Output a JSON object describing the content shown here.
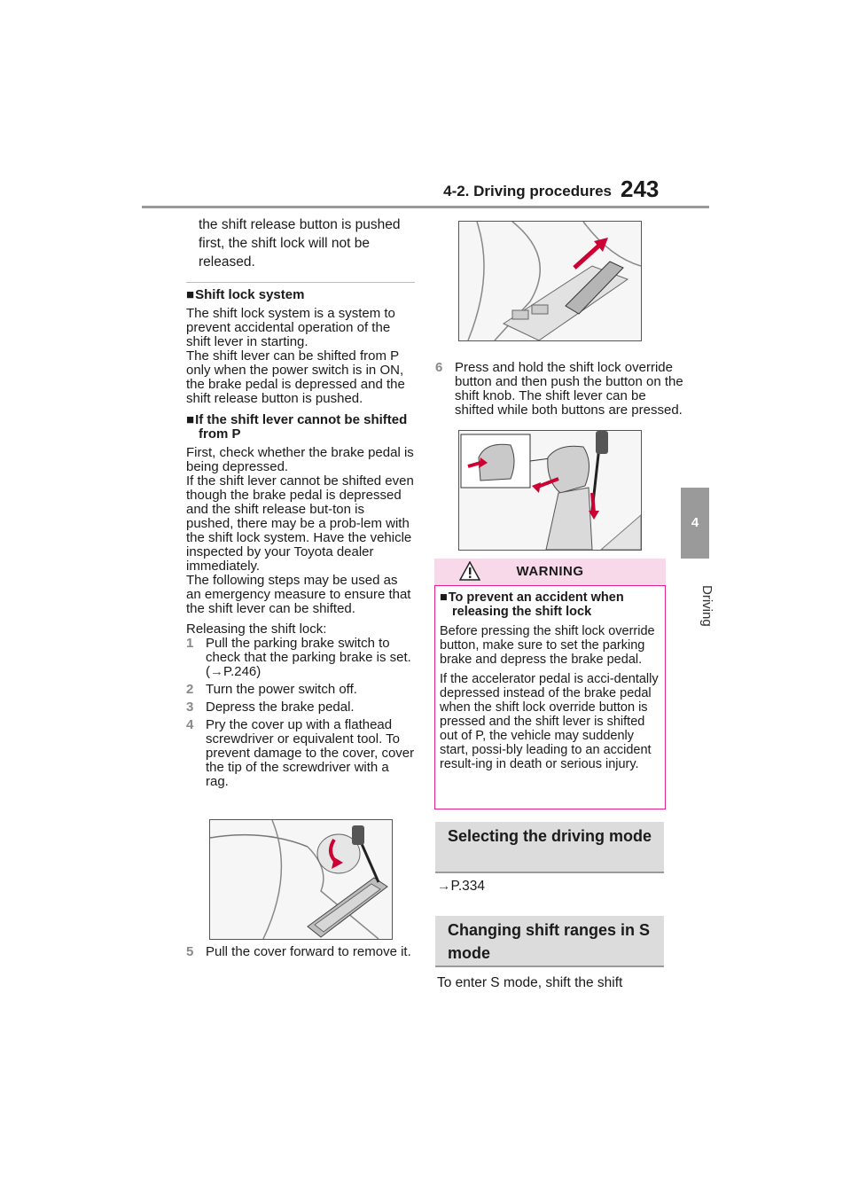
{
  "header": {
    "section": "4-2. Driving procedures",
    "page_number": "243",
    "side_tab_number": "4",
    "side_tab_label": "Driving"
  },
  "left": {
    "cont_text": "the shift release button is pushed first, the shift lock will not be released.",
    "shift_lock_heading": "Shift lock system",
    "shift_lock_body": "The shift lock system is a system to prevent accidental operation of the shift lever in starting.\nThe shift lever can be shifted from P only when the power switch is in ON, the brake pedal is depressed and the shift release button is pushed.",
    "cannot_heading": "If the shift lever cannot be shifted from P",
    "cannot_body": "First, check whether the brake pedal is being depressed.\nIf the shift lever cannot be shifted even though the brake pedal is depressed and the shift release but-ton is pushed, there may be a prob-lem with the shift lock system. Have the vehicle inspected by your Toyota dealer immediately.\nThe following steps may be used as an emergency measure to ensure that the shift lever can be shifted.",
    "releasing_label": "Releasing the shift lock:",
    "steps": [
      {
        "num": "1",
        "text": "Pull the parking brake switch to check that the parking brake is set. (",
        "ref": "P.246)"
      },
      {
        "num": "2",
        "text": "Turn the power switch off."
      },
      {
        "num": "3",
        "text": "Depress the brake pedal."
      },
      {
        "num": "4",
        "text": "Pry the cover up with a flathead screwdriver or equivalent tool. To prevent damage to the cover, cover the tip of the screwdriver with a rag."
      },
      {
        "num": "5",
        "text": "Pull the cover forward to remove it."
      }
    ]
  },
  "right": {
    "step6_num": "6",
    "step6_text": "Press and hold the shift lock override button and then push the button on the shift knob. The shift lever can be shifted while both buttons are pressed.",
    "warning": {
      "title": "WARNING",
      "heading": "To prevent an accident when releasing the shift lock",
      "para1": "Before pressing the shift lock override button, make sure to set the parking brake and depress the brake pedal.",
      "para2": "If the accelerator pedal is acci-dentally depressed instead of the brake pedal when the shift lock override button is pressed and the shift lever is shifted out of P, the vehicle may suddenly start, possi-bly leading to an accident result-ing in death or serious injury."
    },
    "section1_title": "Selecting the driving mode",
    "section1_ref": "P.334",
    "section2_title": "Changing shift ranges in S mode",
    "section2_body": "To enter S mode, shift the shift"
  },
  "colors": {
    "warning_border": "#e21f8b",
    "warning_fill": "#f7d9ea",
    "section_fill": "#dcdcdc",
    "step_number": "#8a8a8a"
  }
}
